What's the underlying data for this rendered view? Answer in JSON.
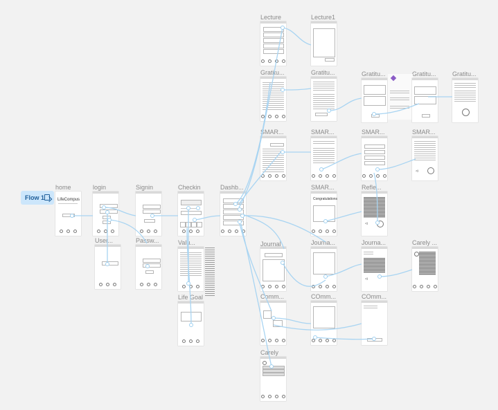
{
  "canvas": {
    "flow_label": "Flow 1",
    "frames": [
      {
        "id": "home",
        "label": "home"
      },
      {
        "id": "login",
        "label": "login"
      },
      {
        "id": "user",
        "label": "User..."
      },
      {
        "id": "signin",
        "label": "Signin"
      },
      {
        "id": "pass",
        "label": "Passw..."
      },
      {
        "id": "checkin",
        "label": "Checkin"
      },
      {
        "id": "values",
        "label": "Valu..."
      },
      {
        "id": "lifegoal",
        "label": "Life Goal"
      },
      {
        "id": "dashboard",
        "label": "Dashb..."
      },
      {
        "id": "lecture",
        "label": "Lecture"
      },
      {
        "id": "lecture1",
        "label": "Lecture1"
      },
      {
        "id": "grat1",
        "label": "Gratitu..."
      },
      {
        "id": "grat2",
        "label": "Gratitu..."
      },
      {
        "id": "grat3",
        "label": "Gratitu..."
      },
      {
        "id": "grat4",
        "label": "Gratitu..."
      },
      {
        "id": "grat5",
        "label": "Gratitu..."
      },
      {
        "id": "smar1",
        "label": "SMAR..."
      },
      {
        "id": "smar2",
        "label": "SMAR..."
      },
      {
        "id": "smar3",
        "label": "SMAR..."
      },
      {
        "id": "smar4",
        "label": "SMAR..."
      },
      {
        "id": "smar5",
        "label": "SMAR..."
      },
      {
        "id": "reflect",
        "label": "Refle..."
      },
      {
        "id": "journal",
        "label": "Journal"
      },
      {
        "id": "journa2",
        "label": "Journa..."
      },
      {
        "id": "journa3",
        "label": "Journa..."
      },
      {
        "id": "carely1",
        "label": "Carely ..."
      },
      {
        "id": "comm1",
        "label": "Comm..."
      },
      {
        "id": "comm2",
        "label": "COmm..."
      },
      {
        "id": "comm3",
        "label": "COmm..."
      },
      {
        "id": "carely2",
        "label": "Carely"
      }
    ],
    "home_title": "LifeCompus",
    "congrats_text": "Congratulations"
  },
  "colors": {
    "canvas_bg": "#f2f2f2",
    "connector": "#a8d4f2",
    "node_border": "#9fd0f0",
    "flow_badge_bg": "#cce6fb",
    "flow_badge_text": "#1f5f9a",
    "label_text": "#8a8a8a"
  }
}
